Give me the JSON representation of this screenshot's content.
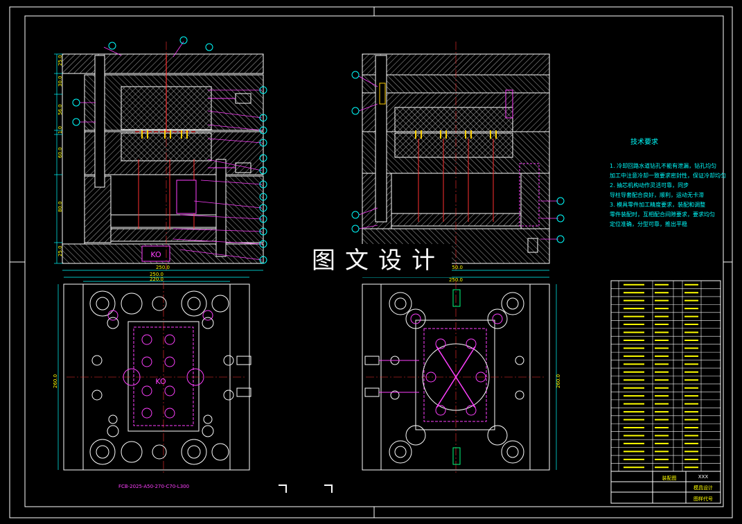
{
  "watermark": "图文设计",
  "requirements": {
    "title": "技术要求",
    "lines": [
      "1. 冷却回路水道钻孔不能有泄漏，钻孔均匀",
      "加工中注意冷却一致要求密封性，保证冷却均匀",
      "2. 抽芯机构动作灵活可靠，同步",
      "导柱导套配合良好，顺利，运动无卡滞",
      "3. 模具零件加工精度要求，装配和调整",
      "零件装配时，互相配合间隙要求，要求均匀",
      "定位准确，分型可靠，推出平稳"
    ]
  },
  "dimensions": {
    "top_left_width": "250.0",
    "top_right_width": "250.0",
    "plan_left_outer": "250.0",
    "plan_left_inner": "220.0",
    "plan_left_height": "260.0",
    "plan_right_outer": "250.0",
    "plan_right_height": "260.0",
    "side_a": "25.0",
    "side_b": "30.0",
    "side_c": "56.0",
    "side_d": "1.0",
    "side_e": "60.0",
    "side_f": "80.0",
    "side_g": "25.0"
  },
  "ko_label": "KO",
  "spec_code": "FCB-2025-A50-270-C70-L300",
  "title_block": {
    "drawing_name": "装配图",
    "company": "XXX",
    "code_label": "图样代号",
    "school": "模具设计"
  },
  "bom": {
    "rows": 24
  },
  "colors": {
    "bg": "#000000",
    "frame": "#ffffff",
    "outline": "#ffffff",
    "hatch": "#f0f0f0",
    "center": "#ff3030",
    "dim": "#00ffff",
    "label": "#ffff00",
    "highlight": "#ff30ff",
    "leader": "#ff40ff",
    "note": "#00ffff"
  }
}
